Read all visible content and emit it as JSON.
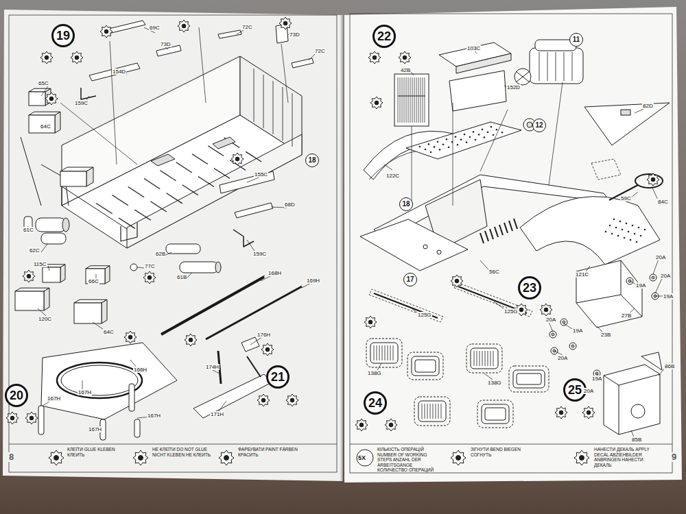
{
  "diagram": {
    "nodes": [
      {
        "text": [
          "19"
        ]
      },
      {
        "text": [
          "18"
        ]
      },
      {
        "text": [
          "20"
        ]
      },
      {
        "text": [
          "21"
        ]
      },
      {
        "text": [
          "22"
        ]
      },
      {
        "text": [
          "11"
        ]
      },
      {
        "text": [
          "12"
        ]
      },
      {
        "text": [
          "18"
        ]
      },
      {
        "text": [
          "17"
        ]
      },
      {
        "text": [
          "23"
        ]
      },
      {
        "text": [
          "24"
        ]
      },
      {
        "text": [
          "25"
        ]
      }
    ],
    "labels": [
      "69C",
      "72C",
      "73D",
      "73D",
      "72C",
      "154D",
      "65C",
      "159C",
      "64C",
      "155C",
      "68D",
      "61C",
      "62C",
      "62B",
      "77C",
      "61B",
      "159C",
      "115C",
      "66C",
      "120C",
      "64C",
      "168H",
      "169H",
      "176H",
      "174H",
      "171H",
      "166H",
      "167H",
      "167H",
      "167H",
      "167H",
      "42B",
      "103C",
      "152D",
      "82D",
      "122C",
      "59C",
      "84C",
      "121C",
      "56C",
      "20A",
      "19A",
      "20A",
      "19A",
      "27B",
      "23B",
      "19A",
      "20A",
      "20A",
      "19A",
      "20A",
      "125G",
      "125G",
      "138G",
      "138G",
      "86B",
      "85B",
      "5X",
      "8",
      "9"
    ],
    "legend": [
      {
        "text": "КЛЕЇТИ GLUE KLEBEN КЛЕИТЬ"
      },
      {
        "text": "НЕ КЛЕЇТИ DO NOT GLUE NICHT KLEBEN НЕ КЛЕИТЬ"
      },
      {
        "text": "ФАРБУВАТИ PAINT FÄRBEN КРАСИТЬ"
      },
      {
        "text": "КІЛЬКІСТЬ ОПЕРАЦІЙ NUMBER OF WORKING STEPS ANZAHL DER ARBEITSGÄNGE КОЛИЧЕСТВО ОПЕРАЦИЙ"
      },
      {
        "text": "ЗІГНУТИ BEND BIEGEN СОГНУТЬ"
      },
      {
        "text": "НАНЕСТИ ДЕКАЛЬ APPLY DECAL ABZIEHBILDER ANBRINGEN НАНЕСТИ ДЕКАЛЬ"
      }
    ]
  }
}
